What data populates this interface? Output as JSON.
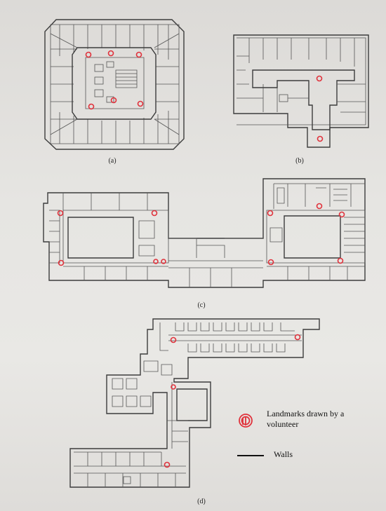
{
  "labels": {
    "a": "(a)",
    "b": "(b)",
    "c": "(c)",
    "d": "(d)"
  },
  "legend": {
    "landmark_text": "Landmarks drawn by a volunteer",
    "walls_text": "Walls"
  },
  "colors": {
    "landmark": "#e0323c",
    "wall": "#3c3c3c",
    "paper": "#e6e5e2"
  }
}
